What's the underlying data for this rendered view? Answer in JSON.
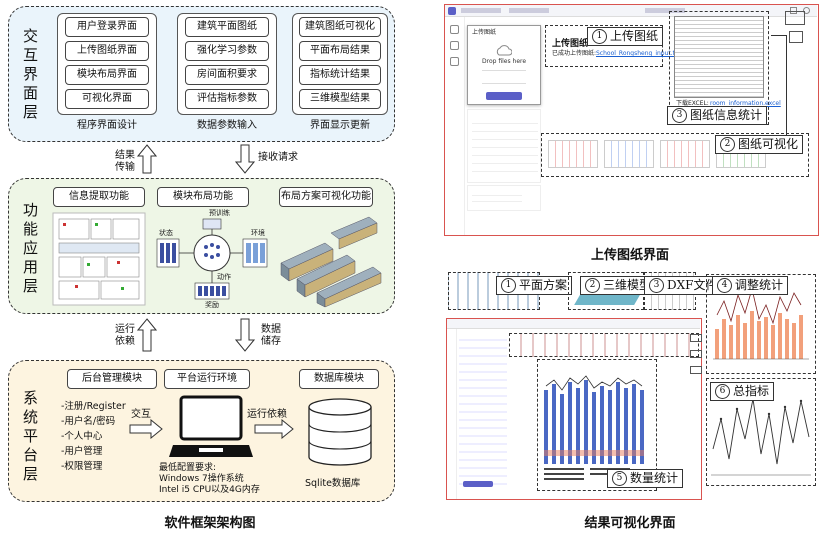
{
  "left": {
    "interaction_layer": {
      "title": "交互界面层",
      "col1": [
        "用户登录界面",
        "上传图纸界面",
        "模块布局界面",
        "可视化界面",
        "程序界面设计"
      ],
      "col2": [
        "建筑平面图纸",
        "强化学习参数",
        "房间面积要求",
        "评估指标参数",
        "数据参数输入"
      ],
      "col3": [
        "建筑图纸可视化",
        "平面布局结果",
        "指标统计结果",
        "三维模型结果",
        "界面显示更新"
      ]
    },
    "arrow_up_1": "结果传输",
    "arrow_down_1": "接收请求",
    "function_layer": {
      "title": "功能应用层",
      "items": [
        "信息提取功能",
        "模块布局功能",
        "布局方案可视化功能"
      ],
      "module_labels": [
        "预训练",
        "状态",
        "动作",
        "环境",
        "奖励"
      ]
    },
    "arrow_up_2": "运行依赖",
    "arrow_down_2": "数据储存",
    "system_layer": {
      "title": "系统平台层",
      "items": [
        "后台管理模块",
        "平台运行环境",
        "数据库模块"
      ],
      "list": [
        "-注册/Register",
        "-用户名/密码",
        "-个人中心",
        "-用户管理",
        "-权限管理"
      ],
      "interact": "交互",
      "run_dep": "运行依赖",
      "config_title": "最低配置要求:",
      "config_lines": [
        "Windows 7操作系统",
        "Intel i5 CPU以及4G内存"
      ],
      "db_label": "Sqlite数据库"
    },
    "caption": "软件框架架构图"
  },
  "right_top": {
    "header_title": "上传图纸",
    "upload_hint": "Drop files here",
    "upload_success": "已成功上传图纸:",
    "file_name": "School_Rongsheng_input.txt",
    "download": "下载EXCEL:",
    "download_file": "room_information.excel",
    "tags": [
      {
        "num": "1",
        "label": "上传图纸"
      },
      {
        "num": "3",
        "label": "图纸信息统计"
      },
      {
        "num": "2",
        "label": "图纸可视化"
      }
    ],
    "caption": "上传图纸界面"
  },
  "right_bottom": {
    "tags": [
      {
        "num": "1",
        "label": "平面方案"
      },
      {
        "num": "2",
        "label": "三维模型"
      },
      {
        "num": "3",
        "label": "DXF文件"
      },
      {
        "num": "4",
        "label": "调整统计"
      },
      {
        "num": "5",
        "label": "数量统计"
      },
      {
        "num": "6",
        "label": "总指标"
      }
    ],
    "caption": "结果可视化界面"
  },
  "colors": {
    "layer1": "#eaf4fb",
    "layer2": "#eef6e6",
    "layer3": "#fdf4e0",
    "red_border": "#d9534f",
    "accent": "#5b5fc7"
  }
}
